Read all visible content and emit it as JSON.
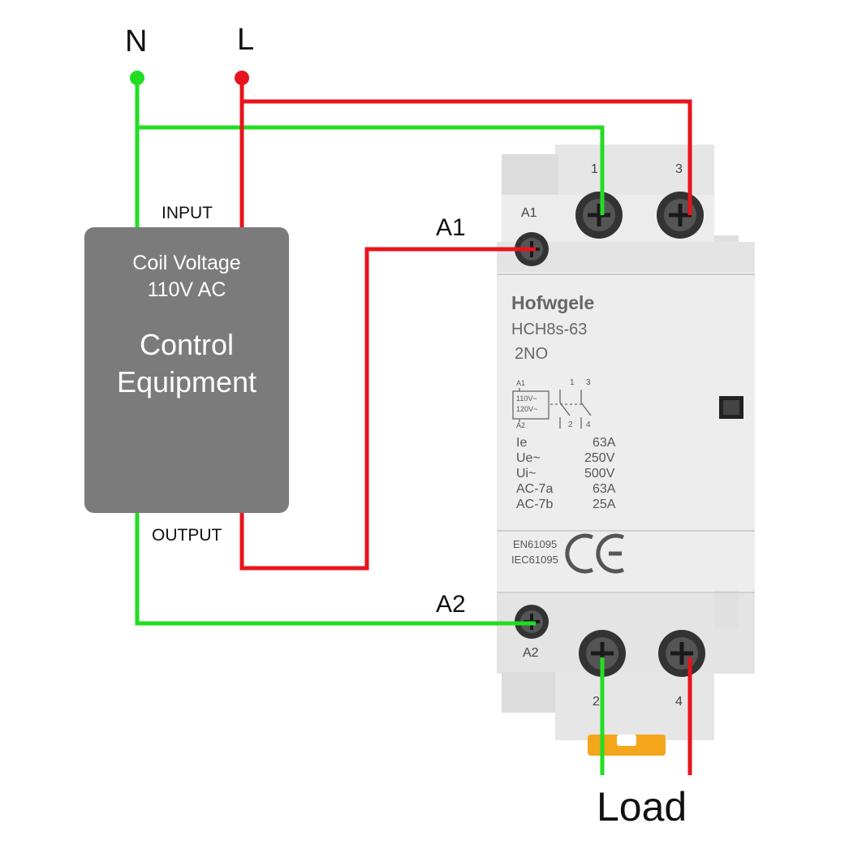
{
  "terminals": {
    "neutral_label": "N",
    "live_label": "L",
    "coil_a1": "A1",
    "coil_a2": "A2",
    "pole_1": "1",
    "pole_2": "2",
    "pole_3": "3",
    "pole_4": "4",
    "load_label": "Load"
  },
  "control_equipment": {
    "input_label": "INPUT",
    "output_label": "OUTPUT",
    "coil_voltage_line1": "Coil Voltage",
    "coil_voltage_line2": "110V AC",
    "name_line1": "Control",
    "name_line2": "Equipment"
  },
  "contactor": {
    "brand": "Hofwgele",
    "model": "HCH8s-63",
    "config": "2NO",
    "symbol": {
      "a1": "A1",
      "a2": "A2",
      "v1": "110V~",
      "v2": "120V~",
      "c1": "1",
      "c2": "2",
      "c3": "3",
      "c4": "4"
    },
    "ratings": [
      {
        "key": "Ie",
        "value": "63A"
      },
      {
        "key": "Ue~",
        "value": "250V"
      },
      {
        "key": "Ui~",
        "value": "500V"
      },
      {
        "key": "AC-7a",
        "value": "63A"
      },
      {
        "key": "AC-7b",
        "value": "25A"
      }
    ],
    "standards": [
      "EN61095",
      "IEC61095"
    ],
    "mark": "CE",
    "side_a1": "A1",
    "side_a2": "A2"
  },
  "colors": {
    "neutral_wire": "#22dd22",
    "live_wire": "#e8141c",
    "body": "#e9e9e9",
    "body_shade": "#d6d6d6",
    "control_box": "#7b7b7b"
  }
}
